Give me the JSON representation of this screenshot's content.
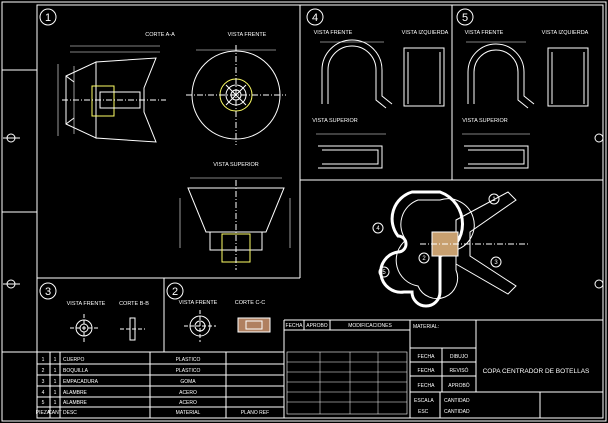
{
  "views": {
    "v1": {
      "number": "1",
      "corte": "CORTE A-A",
      "frente": "VISTA FRENTE",
      "superior": "VISTA SUPERIOR"
    },
    "v2": {
      "number": "2",
      "frente": "VISTA FRENTE",
      "corte": "CORTE C-C"
    },
    "v3": {
      "number": "3",
      "frente": "VISTA FRENTE",
      "corte": "CORTE B-B"
    },
    "v4": {
      "number": "4",
      "frente": "VISTA FRENTE",
      "izquierda": "VISTA IZQUIERDA",
      "superior": "VISTA SUPERIOR"
    },
    "v5": {
      "number": "5",
      "frente": "VISTA FRENTE",
      "izquierda": "VISTA IZQUIERDA",
      "superior": "VISTA SUPERIOR"
    }
  },
  "assembly": {
    "balloons": [
      "1",
      "2",
      "3",
      "4",
      "5"
    ]
  },
  "parts_list": {
    "rows": [
      {
        "item": "1",
        "qty": "1",
        "name": "CUERPO",
        "material": "PLASTICO"
      },
      {
        "item": "2",
        "qty": "1",
        "name": "BOQUILLA",
        "material": "PLASTICO"
      },
      {
        "item": "3",
        "qty": "1",
        "name": "EMPACADURA",
        "material": "GOMA"
      },
      {
        "item": "4",
        "qty": "1",
        "name": "ALAMBRE",
        "material": "ACERO"
      },
      {
        "item": "5",
        "qty": "1",
        "name": "ALAMBRE",
        "material": "ACERO"
      }
    ],
    "footer": {
      "item": "PIEZA",
      "qty": "CANT",
      "name": "DESC",
      "material": "MATERIAL",
      "ref": "PLANO REF"
    }
  },
  "title_block": {
    "fecha": "FECHA",
    "aprobo": "APROBO",
    "modificaciones": "MODIFICACIONES",
    "material": "MATERIAL:",
    "dib_label": "FECHA",
    "dib_role": "DIBUJO",
    "rev_label": "FECHA",
    "rev_role": "REVISÓ",
    "apr_label": "FECHA",
    "apr_role": "APROBÓ",
    "title": "COPA CENTRADOR DE BOTELLAS",
    "escala": "ESCALA",
    "esc": "ESC",
    "cantidad": "CANTIDAD",
    "cantidad2": "CANTIDAD"
  }
}
